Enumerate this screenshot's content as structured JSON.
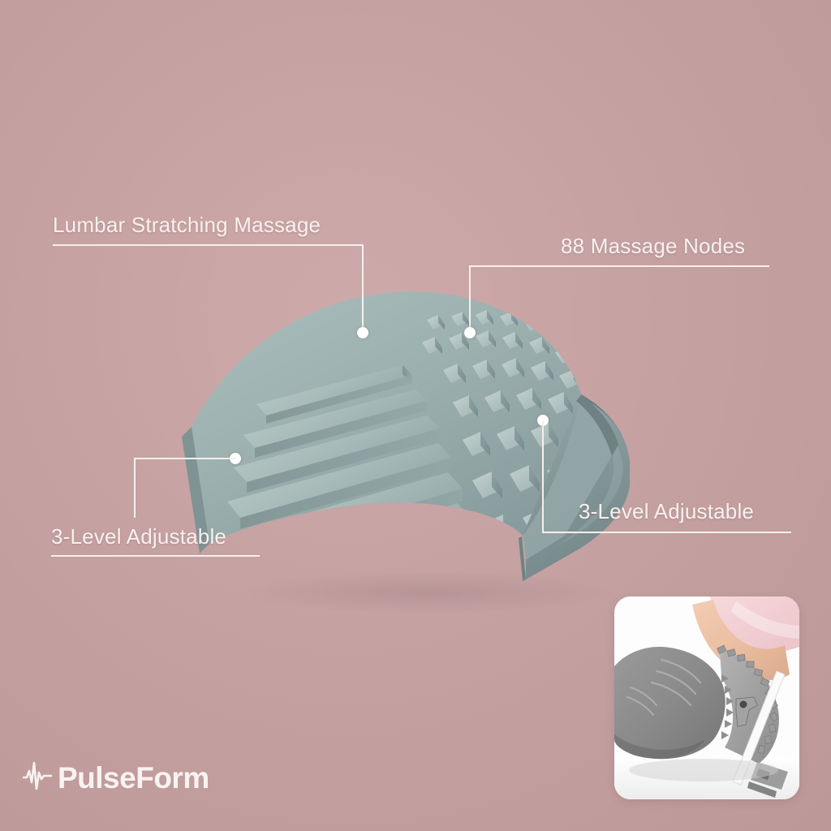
{
  "background_color": "#c6a2a2",
  "accent_line_color": "#f6efed",
  "product_color": "#8fa3a3",
  "callouts": [
    {
      "id": "lumbar-stretching-massage",
      "label": "Lumbar Stratching Massage",
      "position": "top-left"
    },
    {
      "id": "massage-nodes",
      "label": "88 Massage Nodes",
      "position": "top-right"
    },
    {
      "id": "adjustable-left",
      "label": "3-Level Adjustable",
      "position": "bottom-left"
    },
    {
      "id": "adjustable-right",
      "label": "3-Level Adjustable",
      "position": "bottom-right"
    }
  ],
  "brand": {
    "name": "PulseForm",
    "icon": "pulse-waveform-icon"
  },
  "product": {
    "name": "arched lumbar stretcher",
    "node_count": 88,
    "adjustment_levels": 3
  },
  "inset_photo": {
    "alt": "close-up of leg resting on the adjustable ratchet mechanism"
  }
}
